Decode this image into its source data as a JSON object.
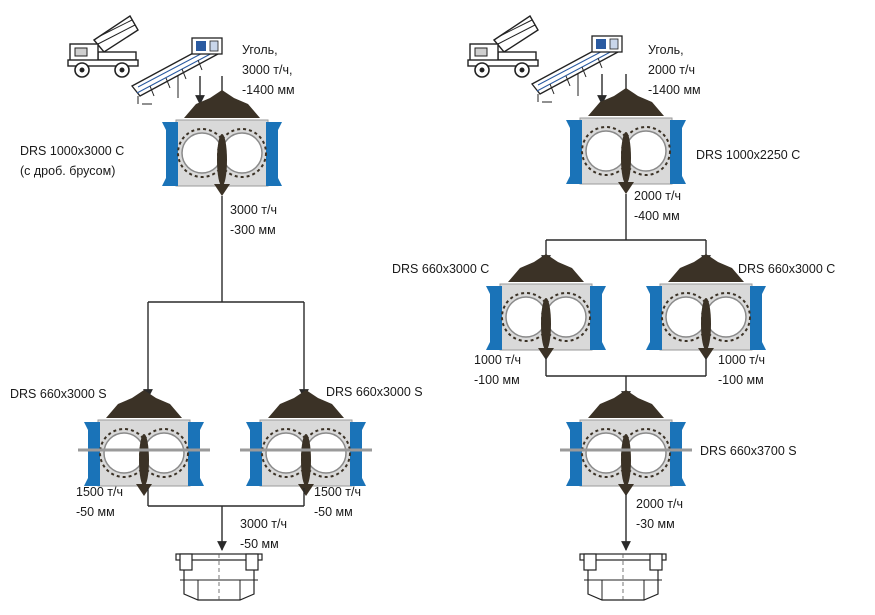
{
  "left": {
    "feed_label": [
      "Уголь,",
      "3000 т/ч,",
      "-1400 мм"
    ],
    "primary_crusher": [
      "DRS 1000x3000 C",
      "(с дроб. брусом)"
    ],
    "after_primary": [
      "3000 т/ч",
      "-300 мм"
    ],
    "secondary_left": "DRS 660x3000 S",
    "secondary_right": "DRS 660x3000 S",
    "out_left": [
      "1500 т/ч",
      "-50 мм"
    ],
    "out_right": [
      "1500 т/ч",
      "-50 мм"
    ],
    "final_output": [
      "3000 т/ч",
      "-50 мм"
    ]
  },
  "right": {
    "feed_label": [
      "Уголь,",
      "2000 т/ч",
      "-1400 мм"
    ],
    "primary_crusher": "DRS 1000x2250 C",
    "after_primary": [
      "2000 т/ч",
      "-400 мм"
    ],
    "secondary_left": "DRS 660x3000 C",
    "secondary_right": "DRS 660x3000 C",
    "out_left": [
      "1000 т/ч",
      "-100 мм"
    ],
    "out_right": [
      "1000 т/ч",
      "-100 мм"
    ],
    "tertiary_crusher": "DRS 660x3700 S",
    "final_output": [
      "2000 т/ч",
      "-30 мм"
    ]
  },
  "colors": {
    "crusher_side": "#1a73b8",
    "crusher_body": "#d8d8d8",
    "material": "#3b3226",
    "line": "#2a2a2a",
    "conveyor": "#2a5aa0"
  }
}
